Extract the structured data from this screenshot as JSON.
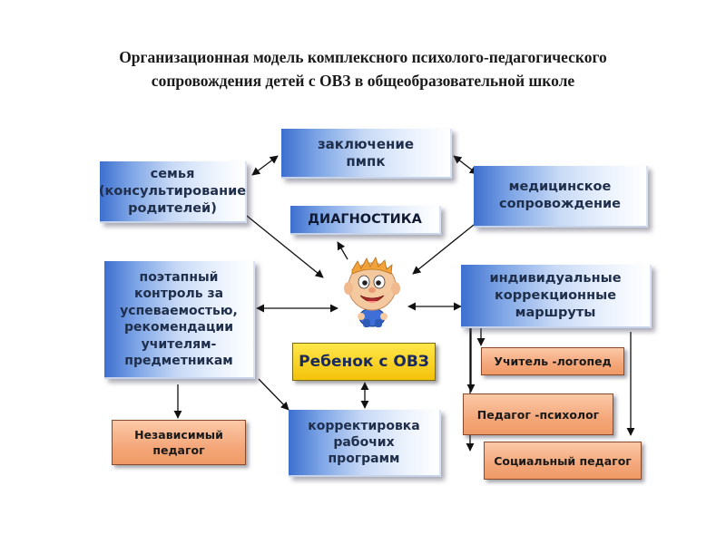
{
  "title": {
    "line1": "Организационная модель комплексного психолого-педагогического",
    "line2": "сопровождения детей с ОВЗ в общеобразовательной школе"
  },
  "nodes": {
    "pmpk": [
      "заключение",
      "пмпк"
    ],
    "family": [
      "семья",
      "(консультирование",
      "родителей)"
    ],
    "medical": [
      "медицинское",
      "сопровождение"
    ],
    "diagnostics": [
      "ДИАГНОСТИКА"
    ],
    "control": [
      "поэтапный",
      "контроль за",
      "успеваемостью,",
      "рекомендации",
      "учителям-",
      "предметникам"
    ],
    "routes": [
      "индивидуальные",
      "коррекционные",
      "маршруты"
    ],
    "child": [
      "Ребенок  с ОВЗ"
    ],
    "logoped": [
      "Учитель -логопед"
    ],
    "psychologist": [
      "Педагог -психолог"
    ],
    "social": [
      "Социальный педагог"
    ],
    "independent": [
      "Независимый",
      "педагог"
    ],
    "correction": [
      "корректировка",
      "рабочих",
      "программ"
    ]
  },
  "colors": {
    "blue_accent": "#3d6fcf",
    "orange_box": "#f4a77a",
    "yellow_box": "#f3c20a",
    "arrow": "#111111"
  },
  "icons": {
    "child_figure": "cartoon-boy-icon"
  }
}
